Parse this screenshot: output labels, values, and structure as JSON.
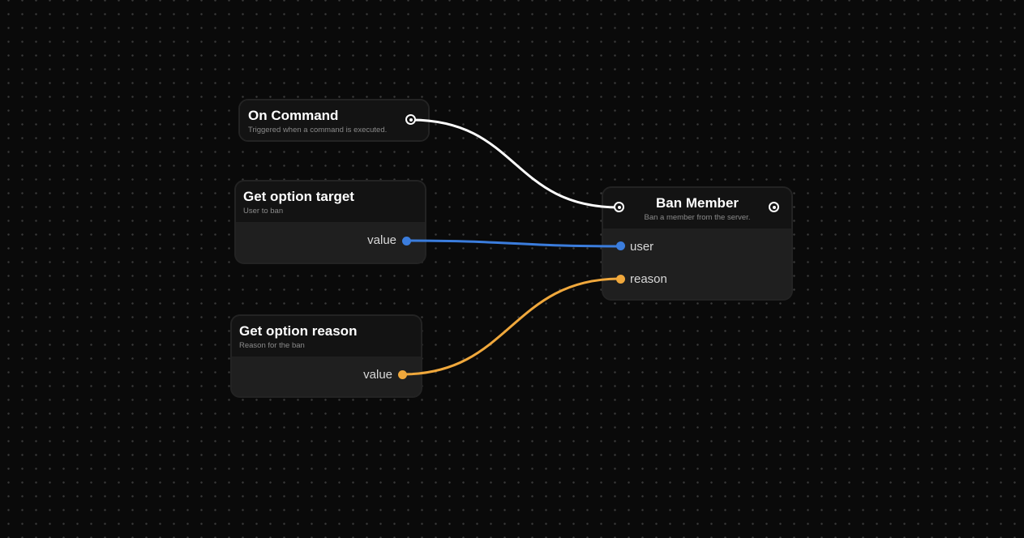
{
  "colors": {
    "background": "#0a0a0a",
    "exec_wire": "#ffffff",
    "user_wire": "#3b7ddd",
    "string_wire": "#f0a83c"
  },
  "nodes": {
    "on_command": {
      "title": "On Command",
      "description": "Triggered when a command is executed.",
      "handles": {
        "exec_out": "exec-handle"
      }
    },
    "get_option_target": {
      "title": "Get option target",
      "description": "User to ban",
      "outputs": [
        {
          "label": "value",
          "type": "user"
        }
      ]
    },
    "get_option_reason": {
      "title": "Get option reason",
      "description": "Reason for the ban",
      "outputs": [
        {
          "label": "value",
          "type": "string"
        }
      ]
    },
    "ban_member": {
      "title": "Ban Member",
      "description": "Ban a member from the server.",
      "inputs": [
        {
          "label": "user",
          "type": "user"
        },
        {
          "label": "reason",
          "type": "string"
        }
      ]
    }
  },
  "edges": [
    {
      "from": "On Command.exec",
      "to": "Ban Member.exec",
      "color": "#ffffff"
    },
    {
      "from": "Get option target.value",
      "to": "Ban Member.user",
      "color": "#3b7ddd"
    },
    {
      "from": "Get option reason.value",
      "to": "Ban Member.reason",
      "color": "#f0a83c"
    }
  ]
}
